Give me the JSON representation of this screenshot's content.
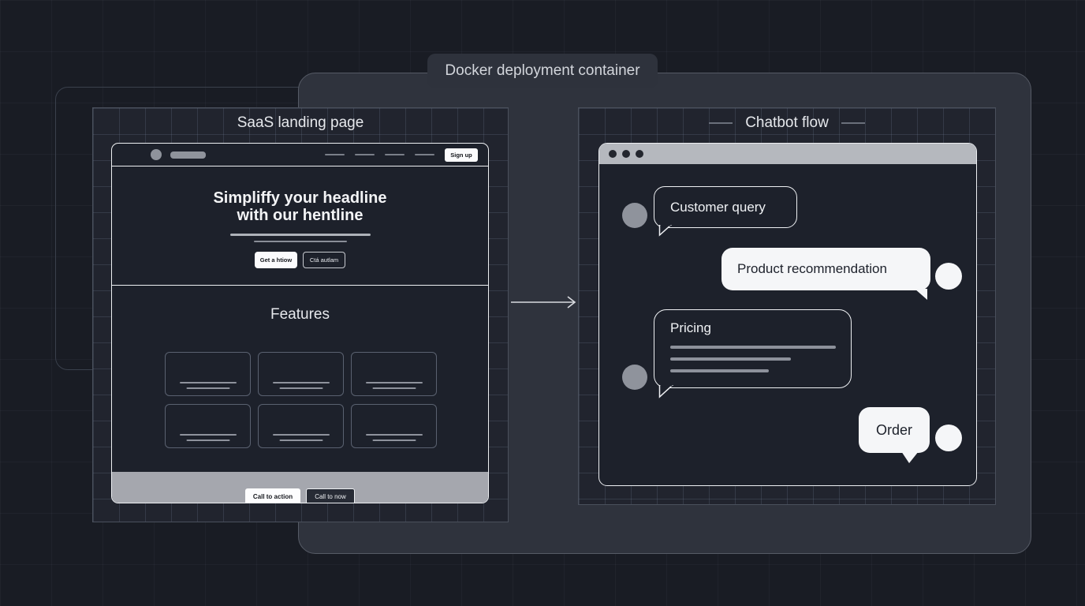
{
  "docker": {
    "label": "Docker deployment container"
  },
  "landing": {
    "title": "SaaS landing page",
    "navbar": {
      "signup": "Sign up"
    },
    "hero": {
      "headline1": "Simpliffy your headline",
      "headline2": "with our hentline",
      "cta_primary": "Get a htiow",
      "cta_secondary": "Ctá autlam"
    },
    "features": {
      "title": "Features"
    },
    "footer": {
      "cta_primary": "Call to action",
      "cta_secondary": "Call to now"
    }
  },
  "chatbot": {
    "title": "Chatbot flow",
    "messages": [
      {
        "text": "Customer query",
        "side": "left",
        "style": "outline"
      },
      {
        "text": "Product recommendation",
        "side": "right",
        "style": "filled"
      },
      {
        "text": "Pricing",
        "side": "left",
        "style": "outline"
      },
      {
        "text": "Order",
        "side": "right",
        "style": "filled"
      }
    ]
  },
  "colors": {
    "background": "#191c24",
    "container_fill": "#2f333d",
    "panel_fill": "#21242e",
    "wireframe_dark": "#1d212b",
    "outline_white": "#eef0f3",
    "muted_gray": "#8f939c",
    "footer_gray": "#a5a7ae",
    "titlebar_gray": "#b5b8be"
  }
}
